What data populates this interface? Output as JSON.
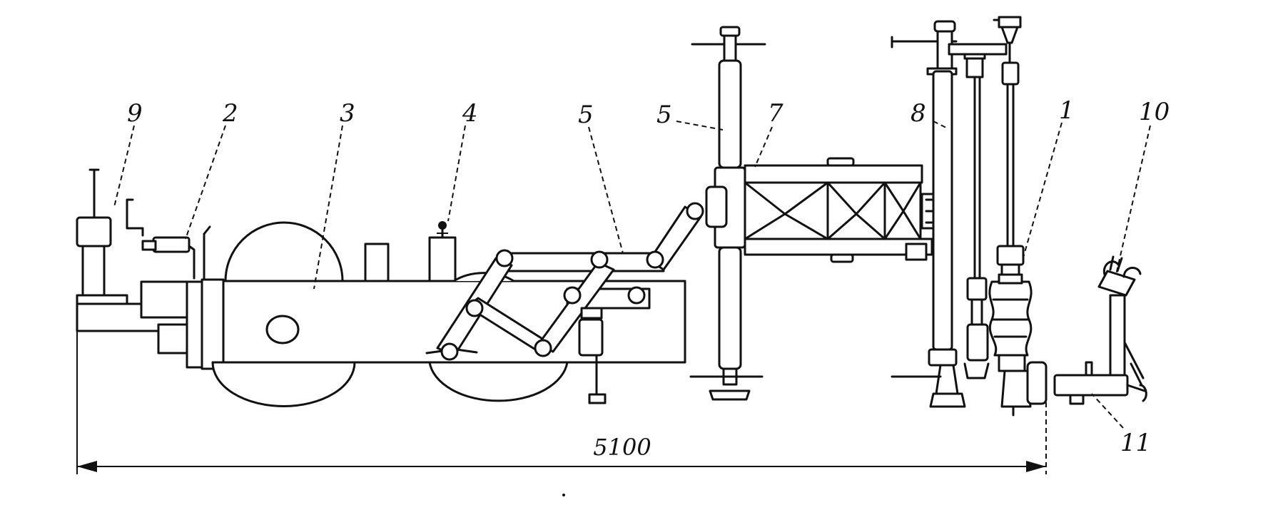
{
  "labels": {
    "l9": "9",
    "l2": "2",
    "l3": "3",
    "l4": "4",
    "l5a": "5",
    "l5b": "5",
    "l7": "7",
    "l8": "8",
    "l1": "1",
    "l10": "10",
    "l11": "11"
  },
  "dimension": {
    "overall_length": "5100"
  },
  "colors": {
    "ink": "#111111",
    "paper": "#ffffff"
  }
}
